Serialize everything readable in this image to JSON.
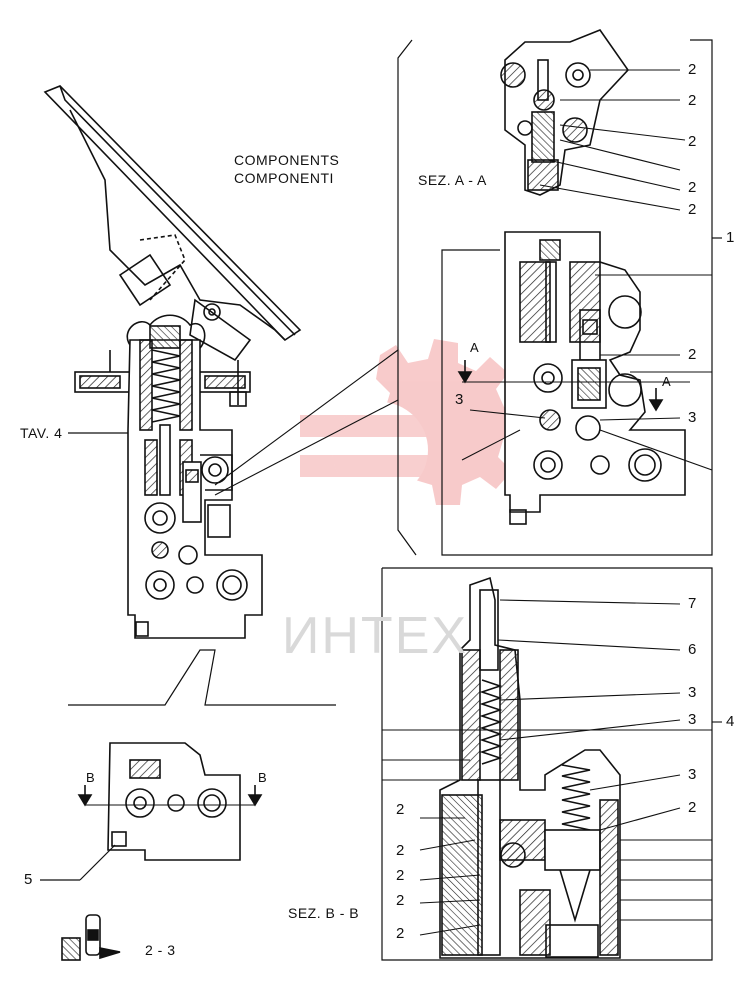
{
  "headings": {
    "components_en": "COMPONENTS",
    "components_it": "COMPONENTI",
    "section_aa": "SEZ. A - A",
    "section_bb": "SEZ. B - B",
    "table_ref": "TAV. 4",
    "ref_23": "2 - 3"
  },
  "section_markers": {
    "a_top": "A",
    "a_right": "A",
    "b_left": "B",
    "b_right": "B"
  },
  "callouts": {
    "aa_1": "2",
    "aa_2": "2",
    "aa_3": "2",
    "aa_4": "2",
    "aa_5": "2",
    "assembly": "1",
    "upper_2": "2",
    "upper_3_left": "3",
    "upper_3_right": "3",
    "bb_7": "7",
    "bb_6": "6",
    "bb_3a": "3",
    "bb_3b": "3",
    "bb_4": "4",
    "bb_3c": "3",
    "bb_2_right": "2",
    "bb_2_l1": "2",
    "bb_2_l2": "2",
    "bb_2_l3": "2",
    "bb_2_l4": "2",
    "bb_2_l5": "2",
    "detail_5": "5"
  },
  "watermark": {
    "text": "ИНТЕХ",
    "color": "#f2a0a0"
  }
}
